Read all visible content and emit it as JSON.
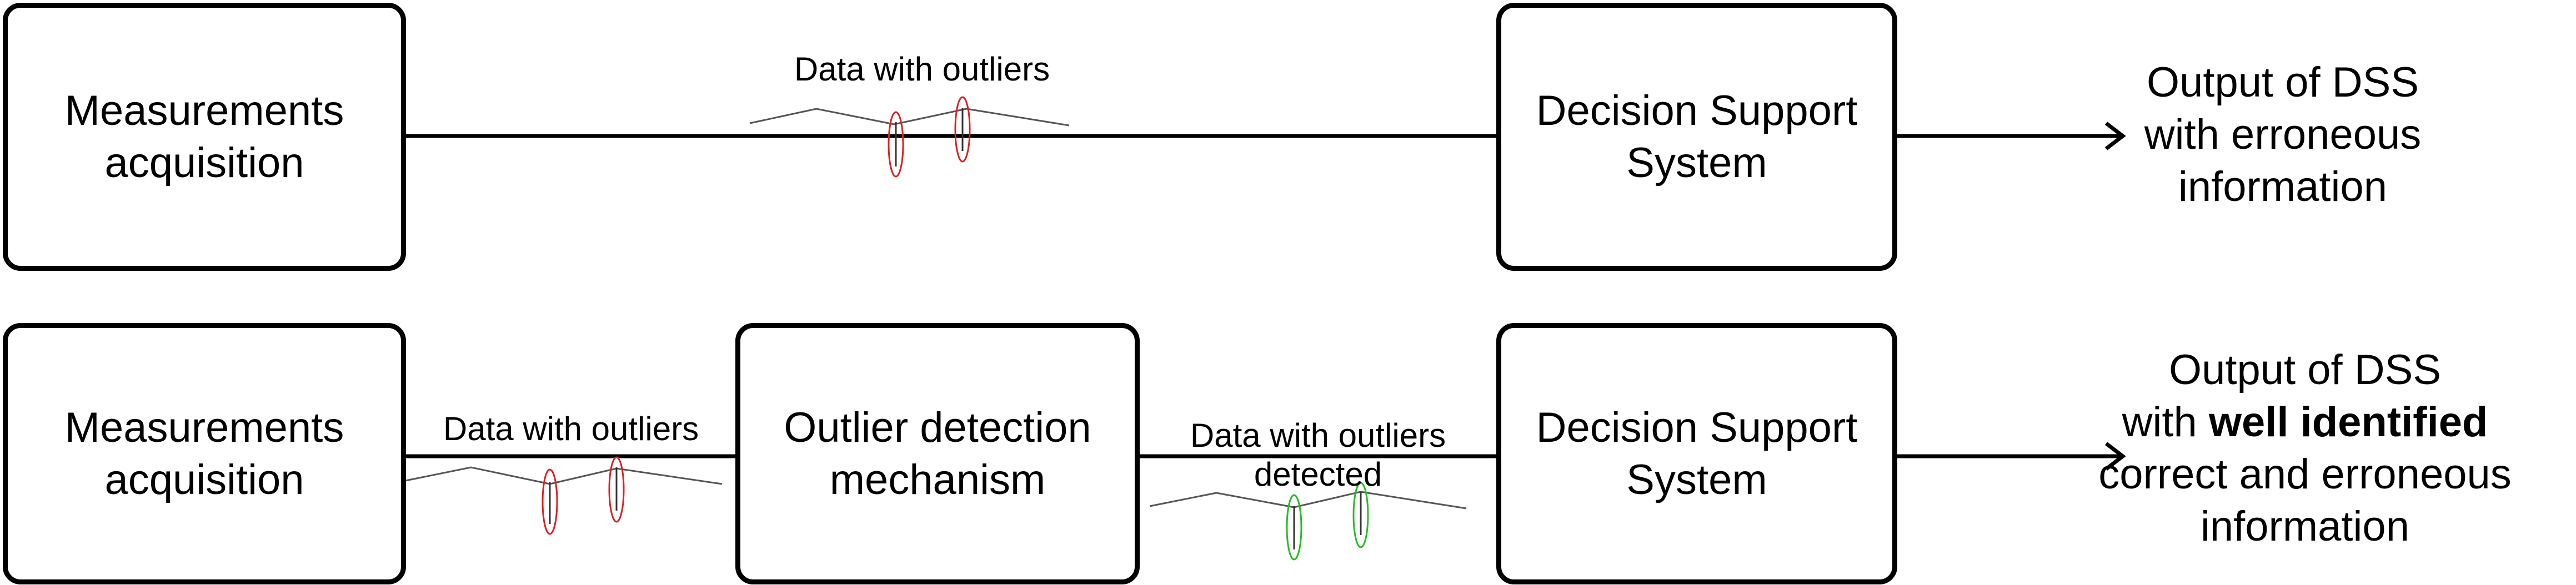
{
  "top_row": {
    "source_box": "Measurements\nacquisition",
    "data_label": "Data with outliers",
    "dss_box": "Decision Support\nSystem",
    "output": [
      "Output of DSS",
      "with erroneous",
      "information"
    ]
  },
  "bottom_row": {
    "source_box": "Measurements\nacquisition",
    "data_label_1": "Data with outliers",
    "detector_box": "Outlier detection\nmechanism",
    "data_label_2_line1": "Data with outliers",
    "data_label_2_line2": "detected",
    "dss_box": "Decision Support\nSystem",
    "output_line1": "Output of DSS",
    "output_line2_prefix": "with ",
    "output_line2_bold": "well identified",
    "output_line3": "correct and erroneous",
    "output_line4": "information"
  },
  "colors": {
    "line": "#000000",
    "outlier_marker": "#e02020",
    "detected_marker": "#20c020",
    "signal": "#555555"
  }
}
